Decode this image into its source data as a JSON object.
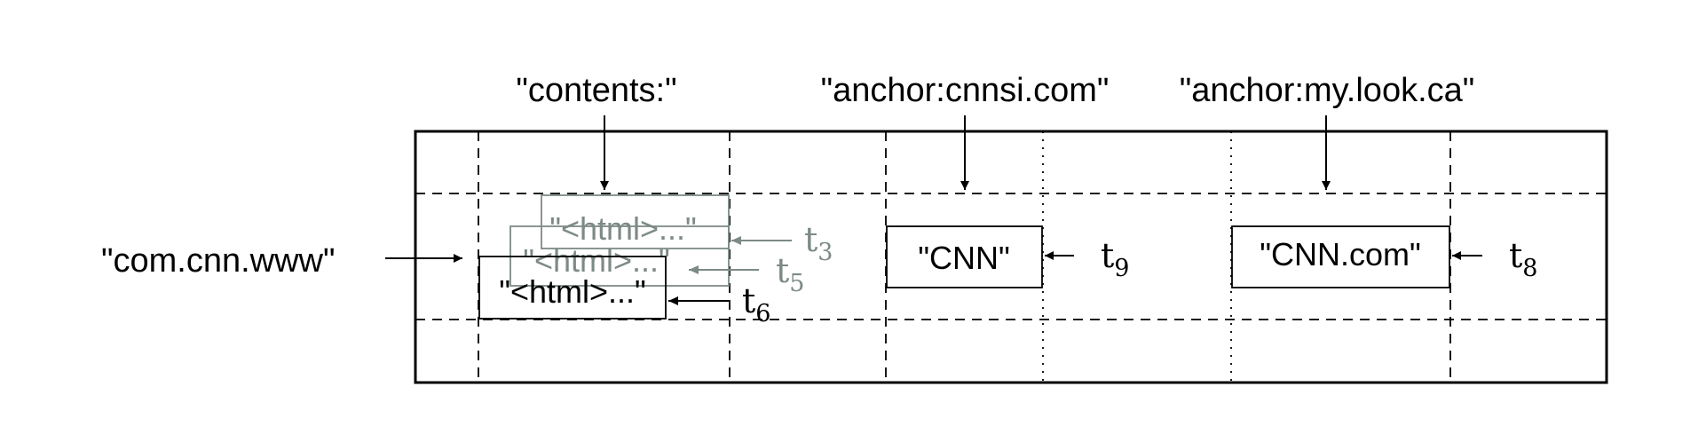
{
  "row_key": "\"com.cnn.www\"",
  "columns": {
    "contents": "\"contents:\"",
    "anchor_cnnsi": "\"anchor:cnnsi.com\"",
    "anchor_mylook": "\"anchor:my.look.ca\""
  },
  "cells": {
    "contents_versions": [
      {
        "value": "\"<html>...\"",
        "t_letter": "t",
        "t_sub": "3",
        "faded": true
      },
      {
        "value": "\"<html>...\"",
        "t_letter": "t",
        "t_sub": "5",
        "faded": true
      },
      {
        "value": "\"<html>...\"",
        "t_letter": "t",
        "t_sub": "6",
        "faded": false
      }
    ],
    "cnnsi": {
      "value": "\"CNN\"",
      "t_letter": "t",
      "t_sub": "9"
    },
    "mylook": {
      "value": "\"CNN.com\"",
      "t_letter": "t",
      "t_sub": "8"
    }
  },
  "colors": {
    "line": "#000000",
    "faded": "#7d8a86"
  }
}
